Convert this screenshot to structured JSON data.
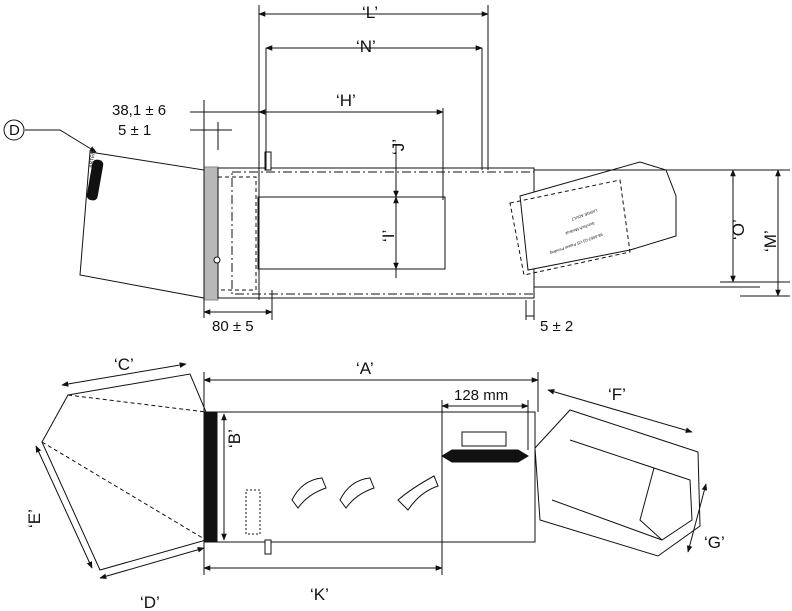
{
  "labels": {
    "L": "‘L’",
    "N": "‘N’",
    "H": "‘H’",
    "J": "‘J’",
    "I": "‘I’",
    "O": "‘O’",
    "M": "‘M’",
    "D_circle": "D",
    "dim_38": "38,1 ± 6",
    "dim_5_1": "5 ± 1",
    "dim_80": "80 ± 5",
    "dim_5_2": "5 ± 2",
    "C": "‘C’",
    "A": "‘A’",
    "B": "‘B’",
    "F": "‘F’",
    "E": "‘E’",
    "G": "‘G’",
    "D_bottom": "‘D’",
    "K": "‘K’",
    "dim_128": "128 mm"
  },
  "product_text": {
    "strap_line1": "LARGE ADULT",
    "strap_line2": "SunTech Medical",
    "strap_line3": "98-0062-03 US Patent Pending",
    "artery": "ARTERY"
  }
}
